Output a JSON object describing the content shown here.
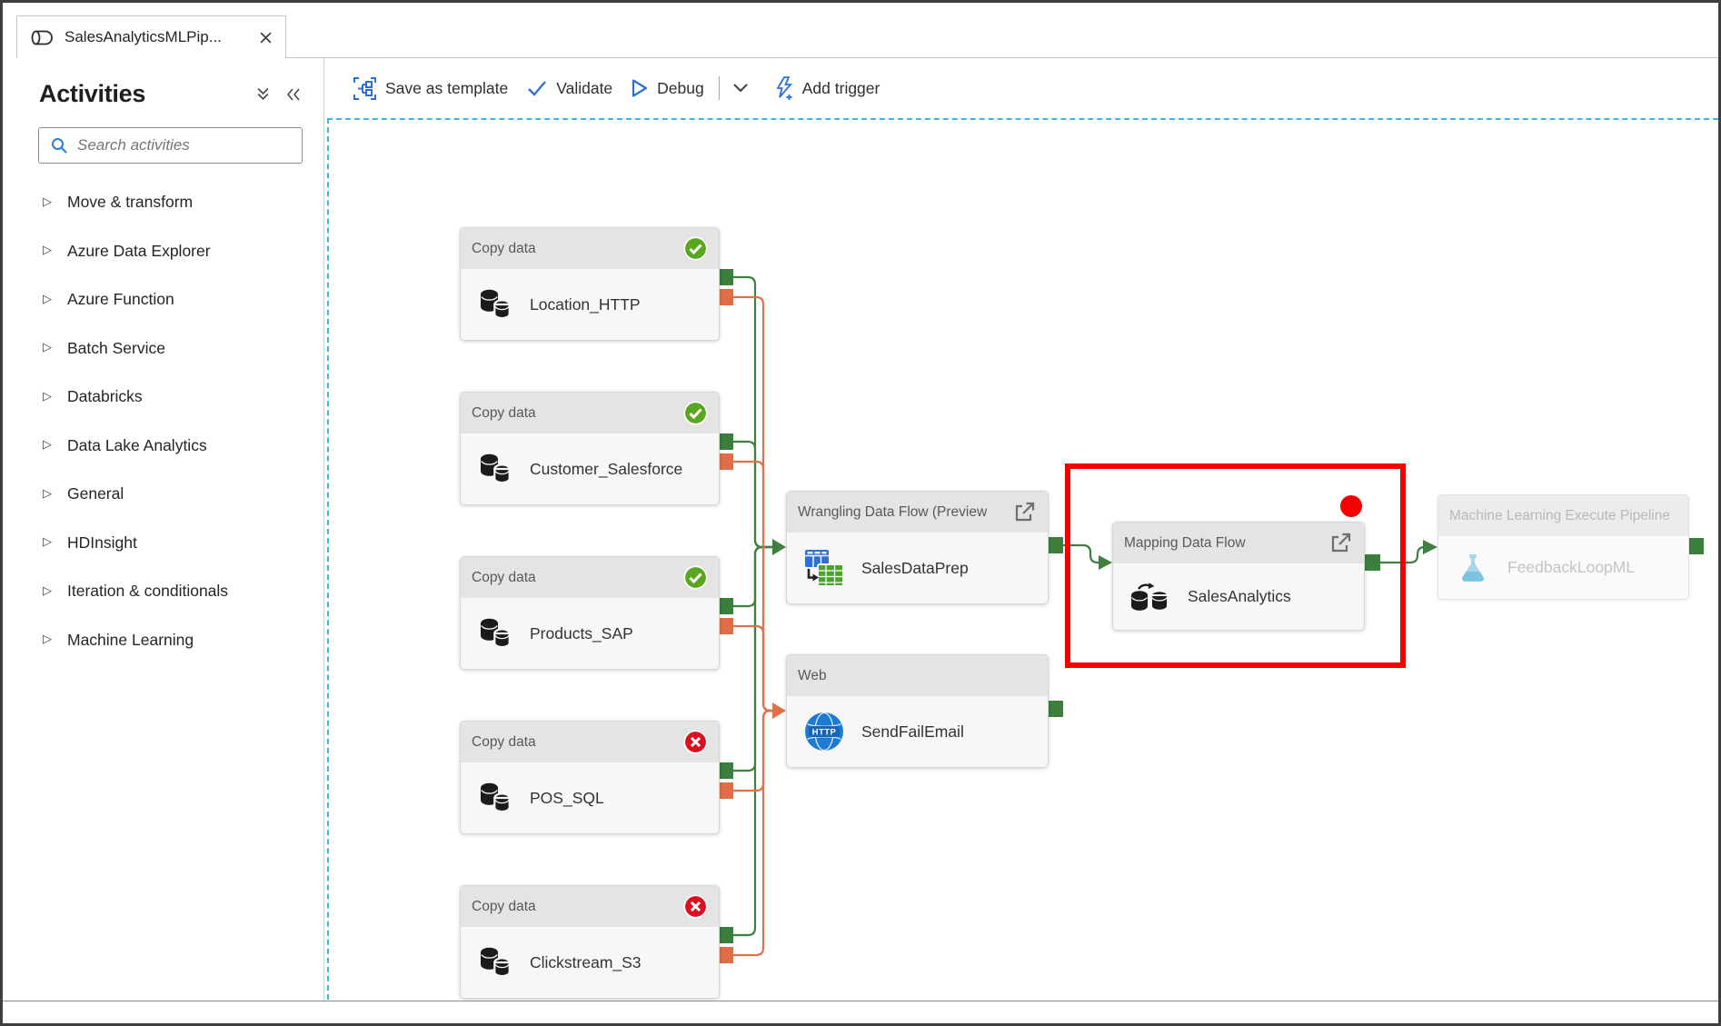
{
  "tab": {
    "title": "SalesAnalyticsMLPip..."
  },
  "toolbar": {
    "save_template": "Save as template",
    "validate": "Validate",
    "debug": "Debug",
    "add_trigger": "Add trigger"
  },
  "sidebar": {
    "title": "Activities",
    "search_placeholder": "Search activities",
    "categories": [
      "Move & transform",
      "Azure Data Explorer",
      "Azure Function",
      "Batch Service",
      "Databricks",
      "Data Lake Analytics",
      "General",
      "HDInsight",
      "Iteration & conditionals",
      "Machine Learning"
    ]
  },
  "canvas": {
    "nodes": [
      {
        "header": "Copy data",
        "name": "Location_HTTP",
        "status": "Succeeded"
      },
      {
        "header": "Copy data",
        "name": "Customer_Salesforce",
        "status": "Succeeded"
      },
      {
        "header": "Copy data",
        "name": "Products_SAP",
        "status": "Succeeded"
      },
      {
        "header": "Copy data",
        "name": "POS_SQL",
        "status": "Failed"
      },
      {
        "header": "Copy data",
        "name": "Clickstream_S3",
        "status": "Failed"
      },
      {
        "header": "Wrangling Data Flow (Preview",
        "name": "SalesDataPrep"
      },
      {
        "header": "Web",
        "name": "SendFailEmail",
        "icon_label": "HTTP"
      },
      {
        "header": "Mapping Data Flow",
        "name": "SalesAnalytics"
      },
      {
        "header": "Machine Learning Execute Pipeline",
        "name": "FeedbackLoopML",
        "disabled": true
      }
    ],
    "edges": [
      {
        "from": "Location_HTTP",
        "to": "SalesDataPrep",
        "on": "success"
      },
      {
        "from": "Customer_Salesforce",
        "to": "SalesDataPrep",
        "on": "success"
      },
      {
        "from": "Products_SAP",
        "to": "SalesDataPrep",
        "on": "success"
      },
      {
        "from": "POS_SQL",
        "to": "SalesDataPrep",
        "on": "success"
      },
      {
        "from": "Clickstream_S3",
        "to": "SalesDataPrep",
        "on": "success"
      },
      {
        "from": "Location_HTTP",
        "to": "SendFailEmail",
        "on": "failure"
      },
      {
        "from": "Customer_Salesforce",
        "to": "SendFailEmail",
        "on": "failure"
      },
      {
        "from": "Products_SAP",
        "to": "SendFailEmail",
        "on": "failure"
      },
      {
        "from": "POS_SQL",
        "to": "SendFailEmail",
        "on": "failure"
      },
      {
        "from": "Clickstream_S3",
        "to": "SendFailEmail",
        "on": "failure"
      },
      {
        "from": "SalesDataPrep",
        "to": "SalesAnalytics",
        "on": "success"
      },
      {
        "from": "SalesAnalytics",
        "to": "FeedbackLoopML",
        "on": "success"
      }
    ]
  },
  "colors": {
    "accent": "#2b72d7",
    "success-line": "#3f8040",
    "failure-line": "#e0714a",
    "port-s": "#3c7e3e",
    "port-f": "#df6e47",
    "status-success": "#5aa71f",
    "status-fail": "#dc1021",
    "highlight": "#f40000",
    "canvas-border": "#38b6ea"
  }
}
